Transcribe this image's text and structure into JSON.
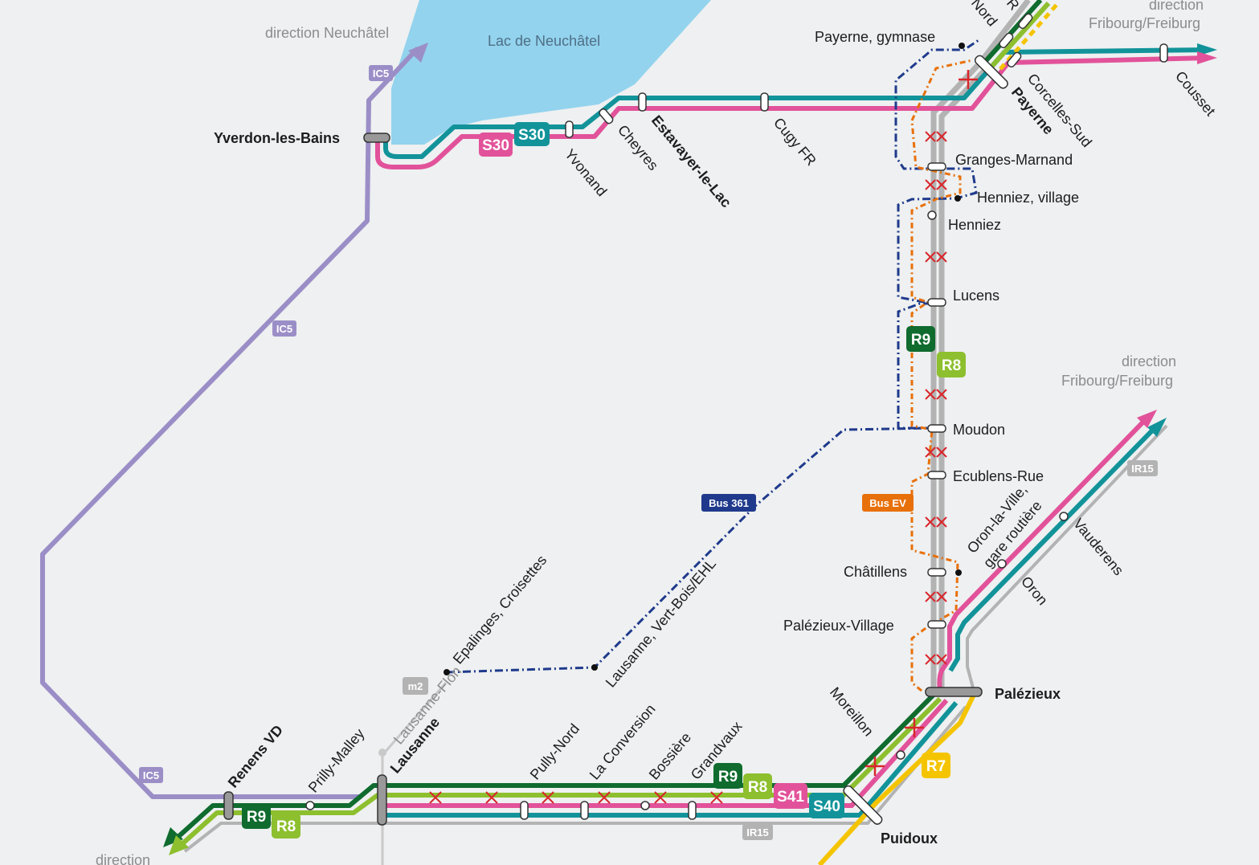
{
  "lake": {
    "label": "Lac de Neuchâtel"
  },
  "directions": {
    "neuchatel": "direction Neuchâtel",
    "fribourg_top_1": "direction",
    "fribourg_top_2": "Fribourg/Freiburg",
    "fribourg_mid_1": "direction",
    "fribourg_mid_2": "Fribourg/Freiburg",
    "bottom": "direction"
  },
  "stations": {
    "yverdon": "Yverdon-les-Bains",
    "yvonand": "Yvonand",
    "cheyres": "Cheyres",
    "estavayer": "Estavayer-le-Lac",
    "cugy": "Cugy FR",
    "payerne_gymnase": "Payerne, gymnase",
    "nord": "Nord",
    "r_top": "R",
    "payerne": "Payerne",
    "corcelles": "Corcelles-Sud",
    "cousset": "Cousset",
    "granges": "Granges-Marnand",
    "henniez_village": "Henniez, village",
    "henniez": "Henniez",
    "lucens": "Lucens",
    "moudon": "Moudon",
    "ecublens": "Ecublens-Rue",
    "oron_gare_1": "Oron-la-Ville,",
    "oron_gare_2": "gare routière",
    "vauderens": "Vauderens",
    "oron": "Oron",
    "chatillens": "Châtillens",
    "palezieux_village": "Palézieux-Village",
    "palezieux": "Palézieux",
    "moreillon": "Moreillon",
    "puidoux": "Puidoux",
    "epalinges": "Epalinges, Croisettes",
    "vert_bois": "Lausanne, Vert-Bois/EHL",
    "lausanne_flon": "Lausanne-Flon",
    "lausanne": "Lausanne",
    "prilly": "Prilly-Malley",
    "renens": "Renens VD",
    "pully_nord": "Pully-Nord",
    "la_conversion": "La Conversion",
    "bossiere": "Bossière",
    "grandvaux": "Grandvaux"
  },
  "badges": {
    "ic5": "IC5",
    "s30": "S30",
    "r9": "R9",
    "r8": "R8",
    "r7": "R7",
    "s41": "S41",
    "s40": "S40",
    "ir15": "IR15",
    "m2": "m2",
    "bus361": "Bus 361",
    "busev": "Bus EV"
  },
  "colors": {
    "ic5": "#9b8ec7",
    "s30_pink": "#e2529a",
    "teal": "#12939a",
    "r9_green": "#0f6b2e",
    "r8_lime": "#8dbf2e",
    "r7_yellow": "#f5c400",
    "gray": "#b3b3b3",
    "bus361": "#1f3a8c",
    "busev": "#e8700a",
    "lake": "#93d3ee",
    "closure": "#d9262b",
    "background": "#eef0f1"
  }
}
